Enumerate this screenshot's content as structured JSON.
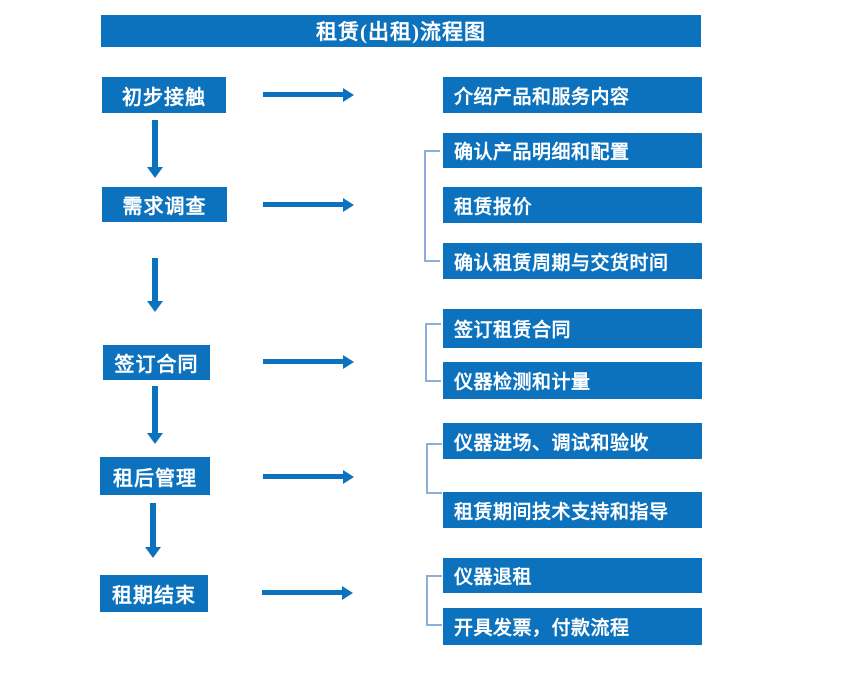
{
  "title": "租赁(出租)流程图",
  "colors": {
    "primary": "#0d72bd",
    "bracket": "#8fadd9",
    "box_text": "#ffffff",
    "background": "#ffffff"
  },
  "steps": [
    {
      "label": "初步接触",
      "details": [
        "介绍产品和服务内容"
      ]
    },
    {
      "label": "需求调查",
      "details": [
        "确认产品明细和配置",
        "租赁报价",
        "确认租赁周期与交货时间"
      ]
    },
    {
      "label": "签订合同",
      "details": [
        "签订租赁合同",
        "仪器检测和计量"
      ]
    },
    {
      "label": "租后管理",
      "details": [
        "仪器进场、调试和验收",
        "租赁期间技术支持和指导"
      ]
    },
    {
      "label": "租期结束",
      "details": [
        "仪器退租",
        "开具发票，付款流程"
      ]
    }
  ]
}
